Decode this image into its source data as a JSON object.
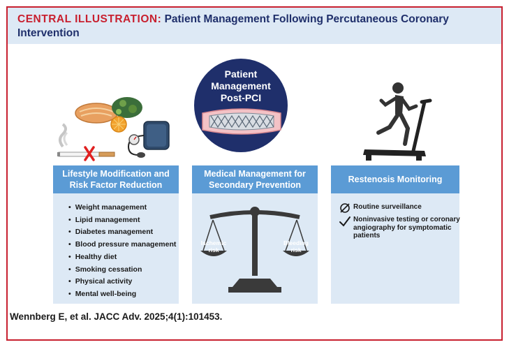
{
  "header": {
    "lead": "CENTRAL ILLUSTRATION:",
    "title_rest": "Patient Management Following Percutaneous Coronary Intervention"
  },
  "center_circle": {
    "line1": "Patient",
    "line2": "Management",
    "line3": "Post-PCI"
  },
  "panels": {
    "lifestyle": {
      "heading_line1": "Lifestyle Modification and",
      "heading_line2": "Risk Factor Reduction",
      "items": [
        "Weight management",
        "Lipid management",
        "Diabetes management",
        "Blood pressure management",
        "Healthy diet",
        "Smoking cessation",
        "Physical activity",
        "Mental well-being"
      ]
    },
    "medical": {
      "heading_line1": "Medical Management for",
      "heading_line2": "Secondary Prevention",
      "scale_left": [
        "Ischemic",
        "risk"
      ],
      "scale_right": [
        "Bleeding",
        "risk"
      ]
    },
    "restenosis": {
      "heading": "Restenosis Monitoring",
      "items": [
        {
          "icon": "empty-set-icon",
          "text": "Routine surveillance"
        },
        {
          "icon": "check-icon",
          "text": "Noninvasive testing or coronary angiography for symptomatic patients"
        }
      ]
    }
  },
  "citation": "Wennberg E, et al. JACC Adv. 2025;4(1):101453.",
  "colors": {
    "border": "#c8202f",
    "header_bg": "#dde9f5",
    "panel_head": "#5b9bd5",
    "navy": "#1f2f6b"
  }
}
